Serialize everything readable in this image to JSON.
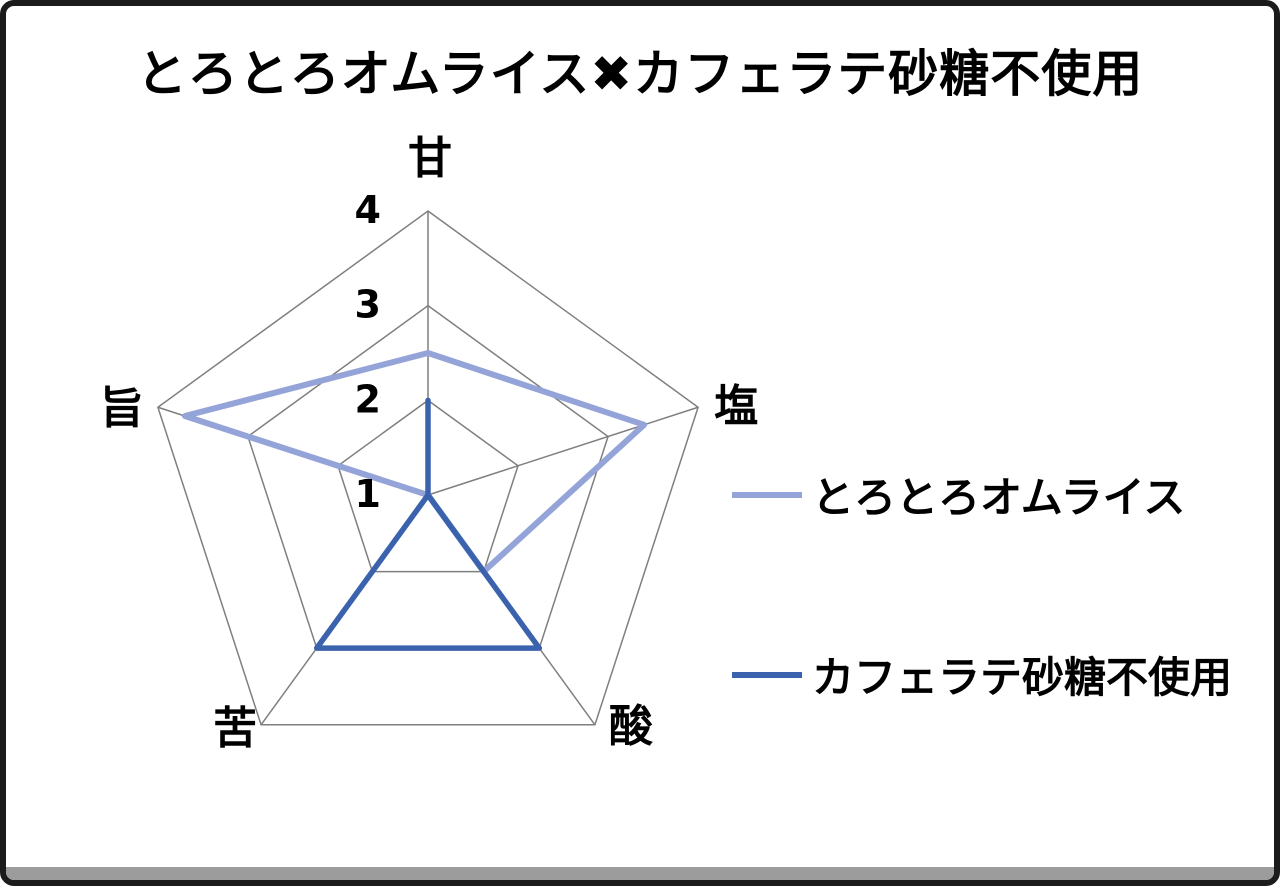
{
  "title": "とろとろオムライス✖カフェラテ砂糖不使用",
  "frame": {
    "background": "#ffffff",
    "border_color": "#1b1b1b",
    "footer_bar_color": "#9c9c9c"
  },
  "chart_data": {
    "type": "radar",
    "axes": [
      "甘",
      "塩",
      "酸",
      "苦",
      "旨"
    ],
    "scale": {
      "min": 1,
      "max": 4,
      "rings": [
        2,
        3,
        4
      ],
      "ring_labels": [
        "4",
        "3",
        "2",
        "1"
      ]
    },
    "grid_color": "#7f7f7f",
    "legend_position": "right",
    "series": [
      {
        "name": "とろとろオムライス",
        "color": "#95A4D8",
        "values": [
          2.5,
          3.4,
          2,
          1,
          3.7
        ]
      },
      {
        "name": "カフェラテ砂糖不使用",
        "color": "#3B63AD",
        "values": [
          2,
          1,
          3,
          3,
          1
        ]
      }
    ]
  }
}
